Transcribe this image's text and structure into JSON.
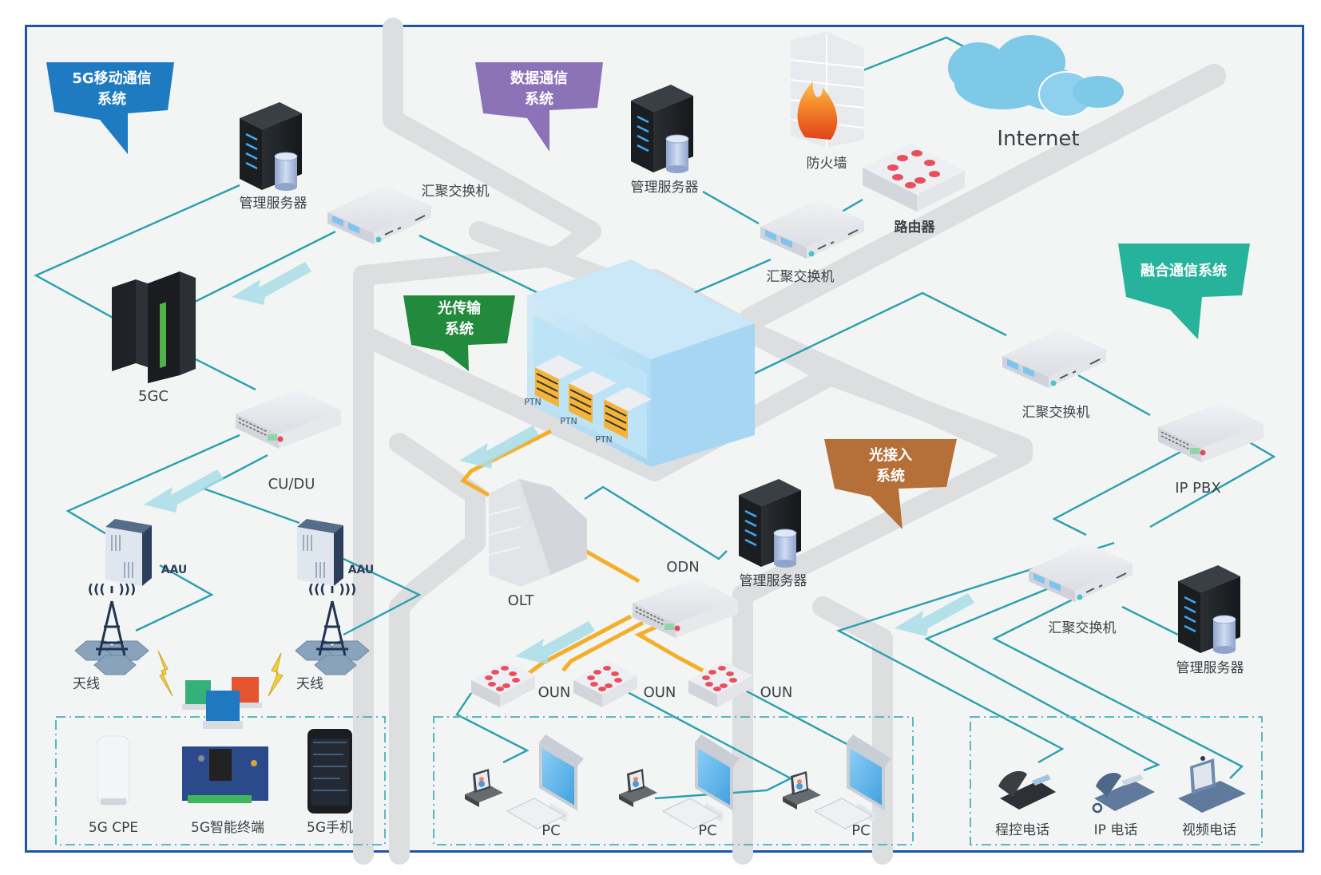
{
  "diagram": {
    "title": "Integrated communication network topology",
    "colors": {
      "frame_border": "#1f56a6",
      "background": "#f2f5f3",
      "road": "#dcdedf",
      "link_teal": "#2a9fb2",
      "fiber_orange": "#f4ae2a",
      "flow_arrow": "#a9dce6"
    },
    "banners": {
      "mobile_5g": {
        "line1": "5G移动通信",
        "line2": "系统",
        "color": "#1e7bc2"
      },
      "data_comm": {
        "line1": "数据通信",
        "line2": "系统",
        "color": "#8c73b8"
      },
      "optical_transport": {
        "line1": "光传输",
        "line2": "系统",
        "color": "#228a3c"
      },
      "optical_access": {
        "line1": "光接入",
        "line2": "系统",
        "color": "#b5703a"
      },
      "converged_comm": {
        "line1": "融合通信系统",
        "line2": "",
        "color": "#27b39b"
      }
    },
    "nodes": {
      "mgmt_server_5g": "管理服务器",
      "agg_switch_5g": "汇聚交换机",
      "core_5gc": "5GC",
      "cu_du": "CU/DU",
      "aau_left": "AAU",
      "aau_right": "AAU",
      "antenna_left": "天线",
      "antenna_right": "天线",
      "mgmt_server_data": "管理服务器",
      "firewall": "防火墙",
      "router": "路由器",
      "internet": "Internet",
      "agg_switch_data": "汇聚交换机",
      "ptn_1": "PTN",
      "ptn_2": "PTN",
      "ptn_3": "PTN",
      "agg_switch_conv": "汇聚交换机",
      "ip_pbx": "IP PBX",
      "olt": "OLT",
      "odn": "ODN",
      "mgmt_server_access": "管理服务器",
      "oun_1": "OUN",
      "oun_2": "OUN",
      "oun_3": "OUN",
      "agg_switch_conv2": "汇聚交换机",
      "mgmt_server_conv": "管理服务器"
    },
    "terminals_5g": [
      "5G CPE",
      "5G智能终端",
      "5G手机"
    ],
    "terminals_pc": [
      "PC",
      "PC",
      "PC"
    ],
    "terminals_phone": [
      "程控电话",
      "IP 电话",
      "视频电话"
    ]
  }
}
